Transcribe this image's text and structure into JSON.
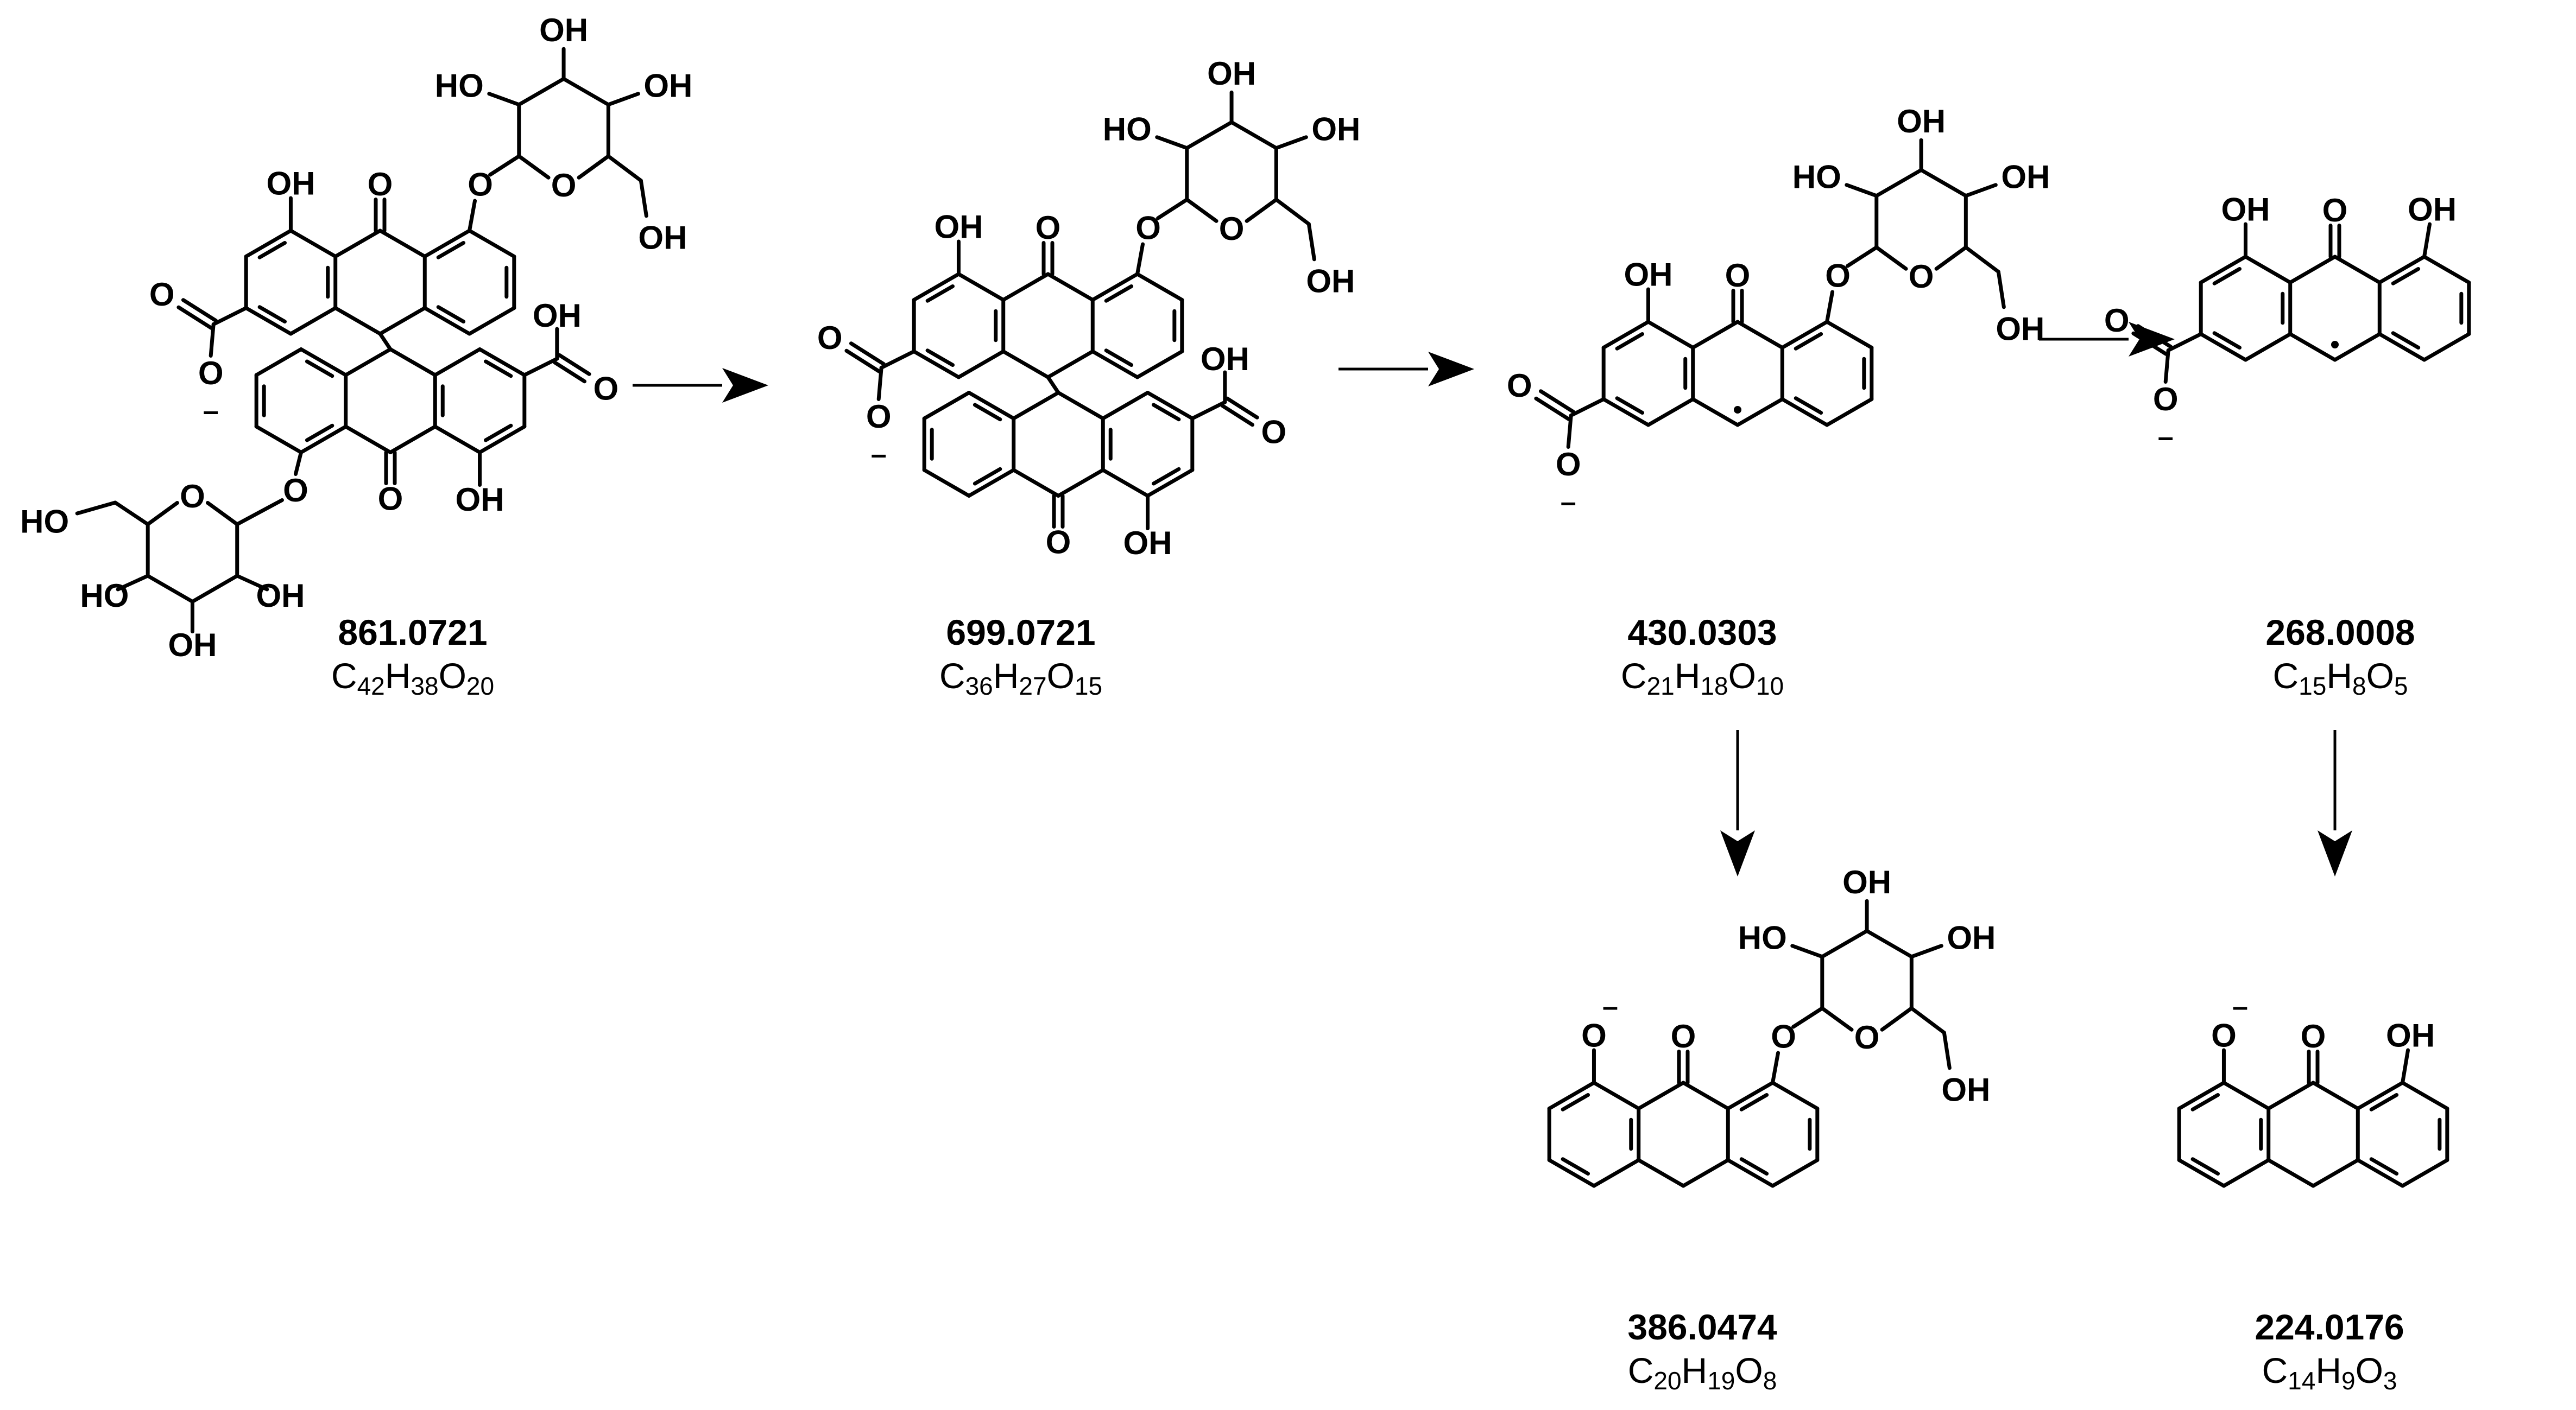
{
  "compounds": [
    {
      "mass": "861.0721",
      "formula": [
        [
          "C",
          "42"
        ],
        [
          "H",
          "38"
        ],
        [
          "O",
          "20"
        ]
      ]
    },
    {
      "mass": "699.0721",
      "formula": [
        [
          "C",
          "36"
        ],
        [
          "H",
          "27"
        ],
        [
          "O",
          "15"
        ]
      ]
    },
    {
      "mass": "430.0303",
      "formula": [
        [
          "C",
          "21"
        ],
        [
          "H",
          "18"
        ],
        [
          "O",
          "10"
        ]
      ]
    },
    {
      "mass": "268.0008",
      "formula": [
        [
          "C",
          "15"
        ],
        [
          "H",
          "8"
        ],
        [
          "O",
          "5"
        ]
      ]
    },
    {
      "mass": "386.0474",
      "formula": [
        [
          "C",
          "20"
        ],
        [
          "H",
          "19"
        ],
        [
          "O",
          "8"
        ]
      ]
    },
    {
      "mass": "224.0176",
      "formula": [
        [
          "C",
          "14"
        ],
        [
          "H",
          "9"
        ],
        [
          "O",
          "3"
        ]
      ]
    }
  ],
  "atom_labels": {
    "oh": "OH",
    "ho": "HO",
    "o": "O",
    "minus": "–",
    "radical": "·"
  },
  "arrows": [
    {
      "from": "861.0721",
      "to": "699.0721"
    },
    {
      "from": "699.0721",
      "to": "430.0303"
    },
    {
      "from": "430.0303",
      "to": "268.0008"
    },
    {
      "from": "430.0303",
      "to": "386.0474"
    },
    {
      "from": "268.0008",
      "to": "224.0176"
    }
  ]
}
